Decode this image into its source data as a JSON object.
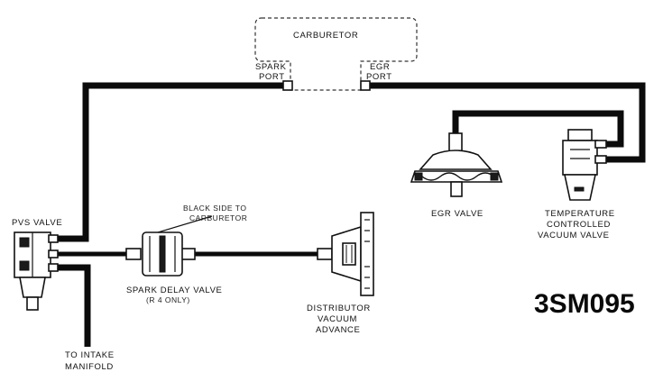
{
  "labels": {
    "carburetor": "CARBURETOR",
    "spark_port_1": "SPARK",
    "spark_port_2": "PORT",
    "egr_port_1": "EGR",
    "egr_port_2": "PORT",
    "pvs_valve": "PVS VALVE",
    "to_intake_1": "TO INTAKE",
    "to_intake_2": "MANIFOLD",
    "spark_delay_1": "SPARK DELAY VALVE",
    "spark_delay_2": "(R 4 ONLY)",
    "carb_side_1": "BLACK SIDE TO",
    "carb_side_2": "CARBURETOR",
    "distributor_1": "DISTRIBUTOR",
    "distributor_2": "VACUUM",
    "distributor_3": "ADVANCE",
    "egr_valve": "EGR VALVE",
    "temp_1": "TEMPERATURE",
    "temp_2": "CONTROLLED",
    "temp_3": "VACUUM VALVE",
    "figure_code": "3SM095"
  },
  "icons": [
    "carburetor-outline",
    "pvs-valve-icon",
    "spark-delay-valve-icon",
    "distributor-vacuum-advance-icon",
    "egr-valve-icon",
    "temperature-vacuum-valve-icon"
  ]
}
